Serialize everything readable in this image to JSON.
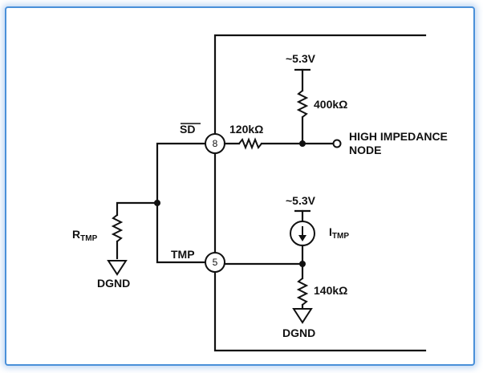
{
  "labels": {
    "sd": "SD",
    "tmp": "TMP",
    "pin_sd": "8",
    "pin_tmp": "5",
    "r120": "120kΩ",
    "r400": "400kΩ",
    "r140": "140kΩ",
    "v_top": "~5.3V",
    "v_mid": "~5.3V",
    "node_line1": "HIGH IMPEDANCE",
    "node_line2": "NODE",
    "rtmp_main": "R",
    "rtmp_sub": "TMP",
    "itmp_main": "I",
    "itmp_sub": "TMP",
    "dgnd_left": "DGND",
    "dgnd_right": "DGND"
  },
  "colors": {
    "frame_border": "#4a90d9",
    "ink": "#111111"
  }
}
